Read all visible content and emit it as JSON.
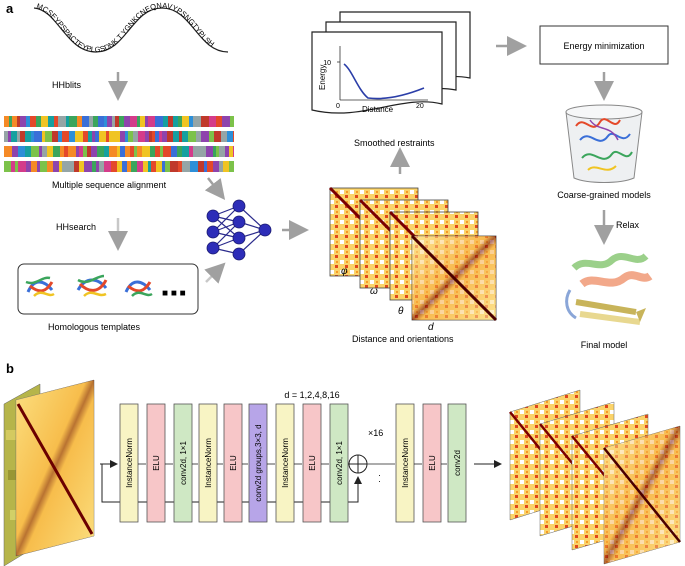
{
  "panel_a": {
    "label": "a",
    "sequence": "MCSEYPSPACTEYPLGSDNK T YGNKCNEQNAVYPSNGTYPLSH",
    "steps": {
      "hhblits": "HHblits",
      "msa": "Multiple sequence alignment",
      "hhsearch": "HHsearch",
      "templates": "Homologous templates",
      "restraints": "Smoothed restraints",
      "energy_min": "Energy minimization",
      "cg_models": "Coarse-grained models",
      "relax": "Relax",
      "final_model": "Final model",
      "dist_orient": "Distance and orientations"
    },
    "plot": {
      "ylabel": "Energy",
      "xlabel": "Distance",
      "yticks": [
        "10",
        "0"
      ],
      "xticks": [
        "0",
        "20"
      ]
    },
    "map_symbols": [
      "φ",
      "ω",
      "θ",
      "d"
    ],
    "ellipsis": "■ ■ ■"
  },
  "panel_b": {
    "label": "b",
    "dilation": "d = 1,2,4,8,16",
    "repeat": "×16",
    "blocks": [
      {
        "label": "InstanceNorm",
        "color": "#f8f4c4"
      },
      {
        "label": "ELU",
        "color": "#f7c6c8"
      },
      {
        "label": "conv2d, 1×1",
        "color": "#cfe8c4"
      },
      {
        "label": "InstanceNorm",
        "color": "#f8f4c4"
      },
      {
        "label": "ELU",
        "color": "#f7c6c8"
      },
      {
        "label": "conv2d groups,3×3, d",
        "color": "#b7a5e8"
      },
      {
        "label": "InstanceNorm",
        "color": "#f8f4c4"
      },
      {
        "label": "ELU",
        "color": "#f7c6c8"
      },
      {
        "label": "conv2d, 1×1",
        "color": "#cfe8c4"
      },
      {
        "label": "InstanceNorm",
        "color": "#f8f4c4"
      },
      {
        "label": "ELU",
        "color": "#f7c6c8"
      },
      {
        "label": "conv2d",
        "color": "#cfe8c4"
      }
    ]
  }
}
